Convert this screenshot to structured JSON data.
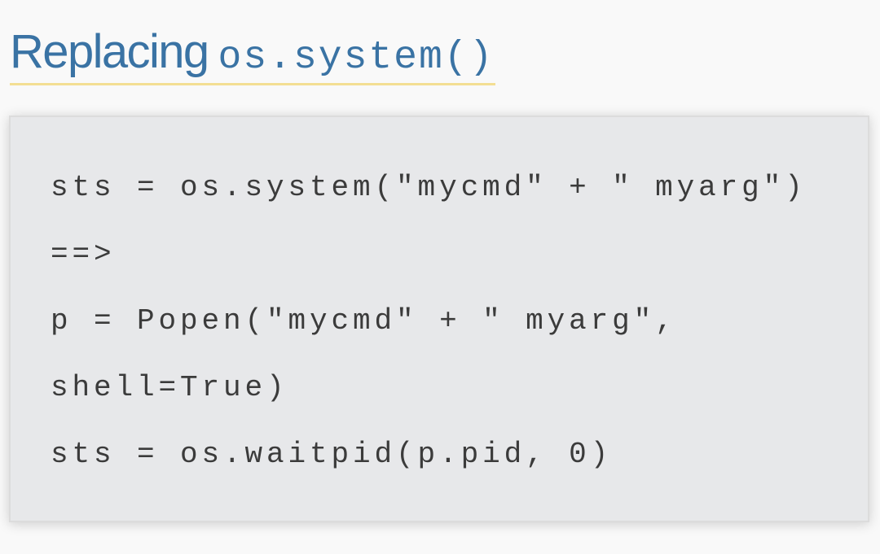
{
  "heading": {
    "text": "Replacing",
    "code": "os.system()"
  },
  "code_block": {
    "lines": [
      "sts = os.system(\"mycmd\" + \" myarg\")",
      "==>",
      "p = Popen(\"mycmd\" + \" myarg\",",
      "shell=True)",
      "sts = os.waitpid(p.pid, 0)"
    ]
  },
  "colors": {
    "heading": "#3a73a4",
    "underline": "#f3df93",
    "code_background": "#e7e8ea",
    "code_text": "#3b3b3b"
  }
}
